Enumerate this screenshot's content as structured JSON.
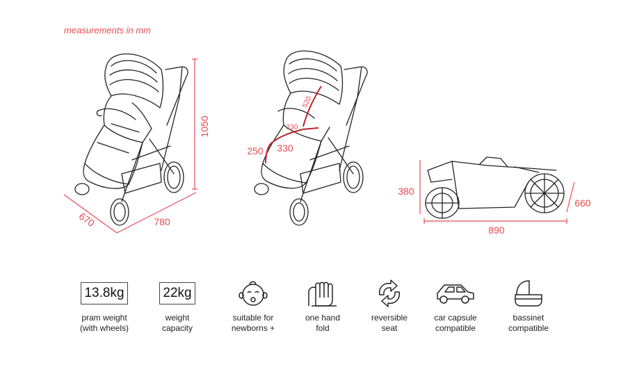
{
  "caption": "measurements in mm",
  "diagram_dims": {
    "height": "1050",
    "width": "670",
    "length": "780",
    "seat_250": "250",
    "seat_330": "330",
    "seat_230": "230",
    "seat_520": "520",
    "folded_height": "380",
    "folded_length": "890",
    "folded_width": "660"
  },
  "features": [
    {
      "kind": "badge",
      "value": "13.8kg",
      "line1": "pram weight",
      "line2": "(with wheels)"
    },
    {
      "kind": "badge",
      "value": "22kg",
      "line1": "weight",
      "line2": "capacity"
    },
    {
      "kind": "icon",
      "icon": "baby-face-icon",
      "line1": "suitable for",
      "line2": "newborns +"
    },
    {
      "kind": "icon",
      "icon": "hand-fold-icon",
      "line1": "one hand",
      "line2": "fold"
    },
    {
      "kind": "icon",
      "icon": "reverse-arrows-icon",
      "line1": "reversible",
      "line2": "seat"
    },
    {
      "kind": "icon",
      "icon": "car-icon",
      "line1": "car capsule",
      "line2": "compatible"
    },
    {
      "kind": "icon",
      "icon": "bassinet-icon",
      "line1": "bassinet",
      "line2": "compatible"
    }
  ],
  "colors": {
    "accent": "#e84a4f",
    "line": "#222222"
  }
}
